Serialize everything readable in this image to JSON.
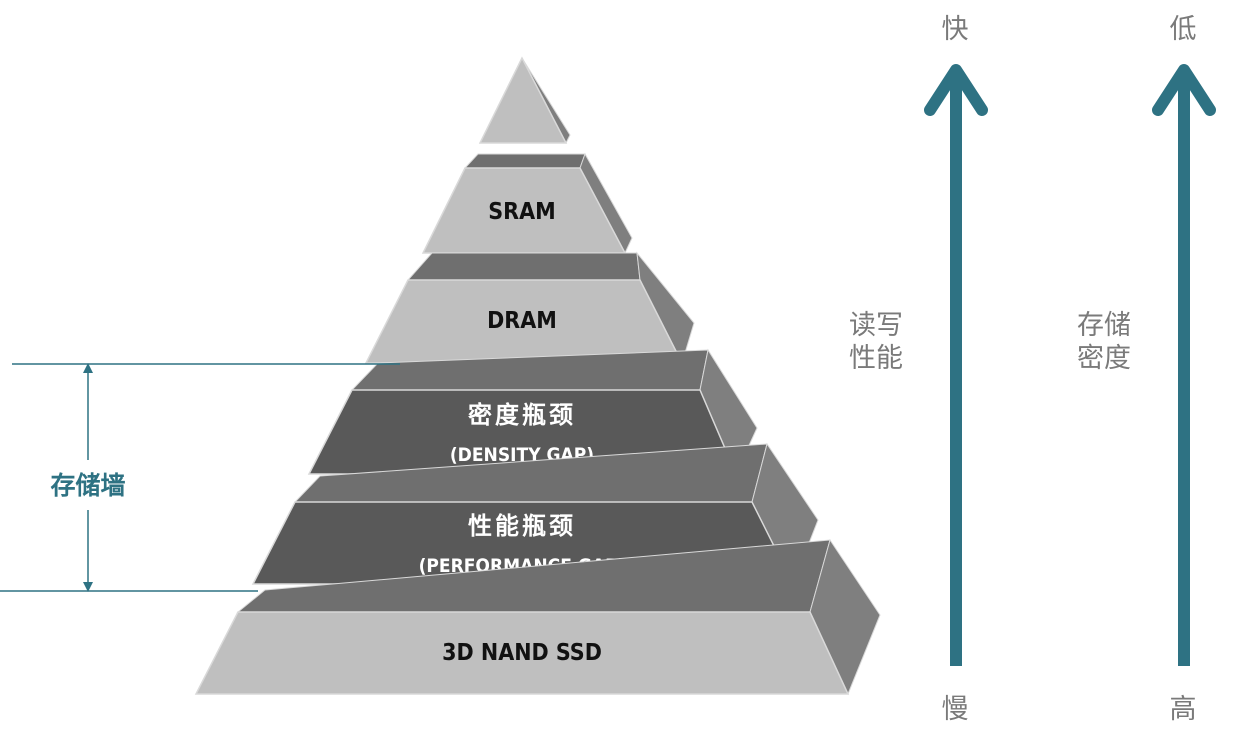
{
  "pyramid": {
    "levels": [
      {
        "id": "top",
        "title": "",
        "subtitle": ""
      },
      {
        "id": "sram",
        "title": "SRAM",
        "subtitle": ""
      },
      {
        "id": "dram",
        "title": "DRAM",
        "subtitle": ""
      },
      {
        "id": "density",
        "title": "密度瓶颈",
        "subtitle": "(DENSITY GAP)"
      },
      {
        "id": "performance",
        "title": "性能瓶颈",
        "subtitle": "(PERFORMANCE GAP)"
      },
      {
        "id": "nand",
        "title": "3D NAND SSD",
        "subtitle": ""
      }
    ]
  },
  "storage_wall": {
    "label": "存储墙"
  },
  "arrows": {
    "performance": {
      "top": "快",
      "bottom": "慢",
      "label_line1": "读写",
      "label_line2": "性能"
    },
    "density": {
      "top": "低",
      "bottom": "高",
      "label_line1": "存储",
      "label_line2": "密度"
    }
  },
  "colors": {
    "light_face": "#bfbfbf",
    "dark_face": "#595959",
    "top_face": "#6f6f6f",
    "side_face": "#7f7f7f",
    "arrow": "#2e7283",
    "gray_text": "#7a7a7a"
  }
}
